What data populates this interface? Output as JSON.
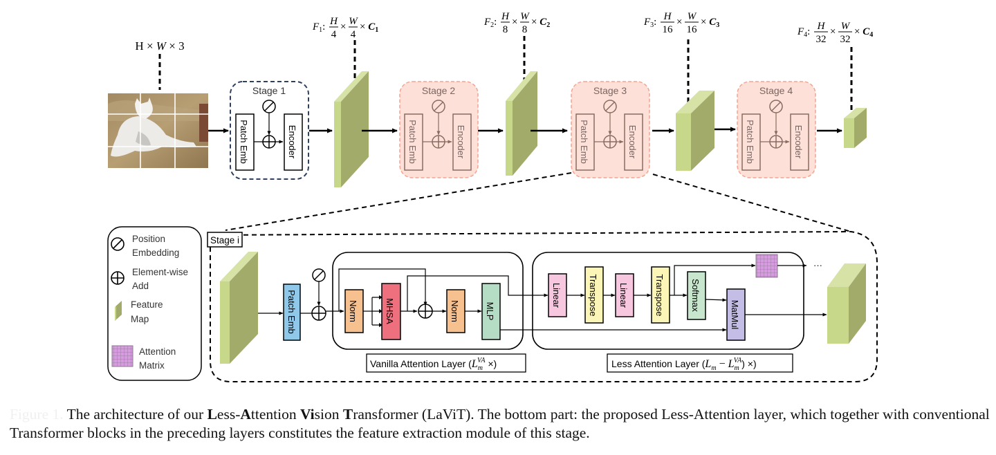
{
  "input": {
    "dim_label": "H × W × 3",
    "image_description": "cat on sofa split into 3x3 patches"
  },
  "stages": [
    {
      "label": "Stage 1",
      "patch_emb": "Patch Emb",
      "encoder": "Encoder",
      "style": "outlined-navy"
    },
    {
      "label": "Stage 2",
      "patch_emb": "Patch Emb",
      "encoder": "Encoder",
      "style": "pink-filled"
    },
    {
      "label": "Stage 3",
      "patch_emb": "Patch Emb",
      "encoder": "Encoder",
      "style": "pink-filled"
    },
    {
      "label": "Stage 4",
      "patch_emb": "Patch Emb",
      "encoder": "Encoder",
      "style": "pink-filled"
    }
  ],
  "feature_maps": [
    {
      "name": "F",
      "sub": "1",
      "h_den": "4",
      "w_den": "4",
      "c": "C",
      "c_sub": "1"
    },
    {
      "name": "F",
      "sub": "2",
      "h_den": "8",
      "w_den": "8",
      "c": "C",
      "c_sub": "2"
    },
    {
      "name": "F",
      "sub": "3",
      "h_den": "16",
      "w_den": "16",
      "c": "C",
      "c_sub": "3"
    },
    {
      "name": "F",
      "sub": "4",
      "h_den": "32",
      "w_den": "32",
      "c": "C",
      "c_sub": "4"
    }
  ],
  "math": {
    "H": "H",
    "W": "W",
    "times": "×",
    "colon": ":"
  },
  "legend": {
    "items": [
      {
        "icon": "position-embedding-icon",
        "line1": "Position",
        "line2": "Embedding"
      },
      {
        "icon": "element-wise-add-icon",
        "line1": "Element-wise",
        "line2": "Add"
      },
      {
        "icon": "feature-map-icon",
        "line1": "Feature",
        "line2": "Map"
      },
      {
        "icon": "attention-matrix-icon",
        "line1": "Attention",
        "line2": "Matrix"
      }
    ]
  },
  "detail": {
    "stage_label": "Stage i",
    "patch_emb": "Patch Emb",
    "vanilla": {
      "blocks": [
        "Norm",
        "MHSA",
        "Norm",
        "MLP"
      ],
      "caption_prefix": "Vanilla Attention Layer (",
      "caption_L": "L",
      "caption_sub": "m",
      "caption_sup": "VA",
      "caption_suffix": " ×)"
    },
    "less": {
      "blocks": [
        "Linear",
        "Transpose",
        "Linear",
        "Transpose",
        "Softmax",
        "MatMul"
      ],
      "caption_prefix": "Less Attention Layer (",
      "caption_L1": "L",
      "caption_sub1": "m",
      "caption_minus": " − ",
      "caption_L2": "L",
      "caption_sub2": "m",
      "caption_sup2": "VA",
      "caption_suffix": ") ×)"
    },
    "ellipsis": "···"
  },
  "colors": {
    "feature_front": "#c8d88a",
    "feature_side": "#a2ab6a",
    "feature_top": "#d6e2a6",
    "stage_pink_fill": "#fde0d8",
    "stage_pink_border": "#f4a491",
    "stage_inner_stroke": "#8a6b60",
    "stage1_border": "#2f3f5f",
    "patch_emb_blue": "#8fc8e8",
    "norm_orange": "#f7c08f",
    "mhsa_red": "#ee6f7e",
    "mlp_green": "#b5dcc4",
    "linear_pink": "#f7c6df",
    "transpose_yellow": "#fbf5b8",
    "softmax_green": "#c8e6cd",
    "matmul_purple": "#c4bde6",
    "attn_matrix": "#d79be0"
  },
  "caption": {
    "figure_label": "Figure 1.",
    "parts": [
      {
        "t": " The architecture of our ",
        "b": false
      },
      {
        "t": "L",
        "b": true
      },
      {
        "t": "ess-",
        "b": false
      },
      {
        "t": "A",
        "b": true
      },
      {
        "t": "ttention ",
        "b": false
      },
      {
        "t": "Vi",
        "b": true
      },
      {
        "t": "sion ",
        "b": false
      },
      {
        "t": "T",
        "b": true
      },
      {
        "t": "ransformer (LaViT). The bottom part: the proposed Less-Attention layer, which together with conventional Transformer blocks in the preceding layers constitutes the feature extraction module of this stage.",
        "b": false
      }
    ]
  }
}
